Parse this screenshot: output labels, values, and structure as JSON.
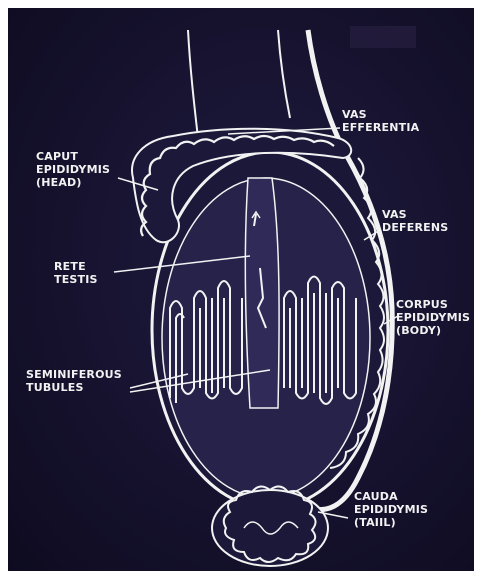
{
  "labels": {
    "vas_efferentia": [
      "VAS",
      "EFFERENTIA"
    ],
    "caput": [
      "CAPUT",
      "EPIDIDYMIS",
      "(HEAD)"
    ],
    "vas_deferens": [
      "VAS",
      "DEFERENS"
    ],
    "rete_testis": [
      "RETE",
      "TESTIS"
    ],
    "corpus": [
      "CORPUS",
      "EPIDIDYMIS",
      "(BODY)"
    ],
    "seminiferous": [
      "SEMINIFEROUS",
      "TUBULES"
    ],
    "cauda": [
      "CAUDA",
      "EPIDIDYMIS",
      "(TAIIL)"
    ]
  },
  "colors": {
    "background": "#16122e",
    "line": "#f2f2f2"
  }
}
